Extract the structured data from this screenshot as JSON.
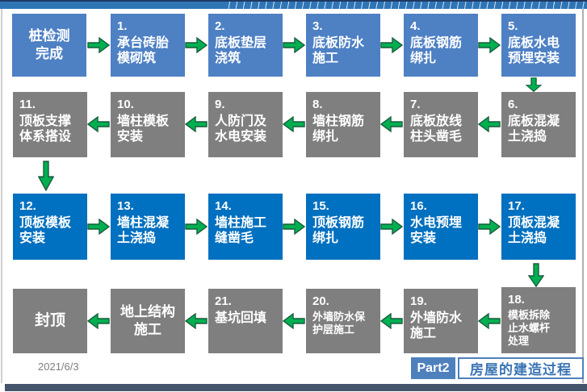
{
  "flow": {
    "start": {
      "name": "桩检测\n完成"
    },
    "end": {
      "name": "封顶"
    },
    "ground": {
      "name": "地上结构\n施工"
    },
    "steps": [
      {
        "num": "1.",
        "name": "承台砖胎\n模砌筑"
      },
      {
        "num": "2.",
        "name": "底板垫层\n浇筑"
      },
      {
        "num": "3.",
        "name": "底板防水\n施工"
      },
      {
        "num": "4.",
        "name": "底板钢筋\n绑扎"
      },
      {
        "num": "5.",
        "name": "底板水电\n预埋安装"
      },
      {
        "num": "6.",
        "name": "底板混凝\n土浇捣"
      },
      {
        "num": "7.",
        "name": "底板放线\n柱头凿毛"
      },
      {
        "num": "8.",
        "name": "墙柱钢筋\n绑扎"
      },
      {
        "num": "9.",
        "name": "人防门及\n水电安装"
      },
      {
        "num": "10.",
        "name": "墙柱模板\n安装"
      },
      {
        "num": "11.",
        "name": "顶板支撑\n体系搭设"
      },
      {
        "num": "12.",
        "name": "顶板模板\n安装"
      },
      {
        "num": "13.",
        "name": "墙柱混凝\n土浇捣"
      },
      {
        "num": "14.",
        "name": "墙柱施工\n缝凿毛"
      },
      {
        "num": "15.",
        "name": "顶板钢筋\n绑扎"
      },
      {
        "num": "16.",
        "name": "水电预埋\n安装"
      },
      {
        "num": "17.",
        "name": "顶板混凝\n土浇捣"
      },
      {
        "num": "18.",
        "name": "模板拆除\n止水螺杆\n处理"
      },
      {
        "num": "19.",
        "name": "外墙防水\n施工"
      },
      {
        "num": "20.",
        "name": "外墙防水保\n护层施工"
      },
      {
        "num": "21.",
        "name": "基坑回填"
      }
    ]
  },
  "footer": {
    "date": "2021/6/3",
    "part_label": "Part2",
    "part_title": "房屋的建造过程"
  },
  "icons": {
    "arrow_right": "green-block-arrow-right",
    "arrow_left": "green-block-arrow-left",
    "arrow_down": "green-block-arrow-down"
  },
  "colors": {
    "step_blue_light": "#4e80c4",
    "step_blue_dark": "#0070c0",
    "step_gray": "#7f7f7f",
    "arrow_green": "#00b050",
    "arrow_outline": "#1b5c3f",
    "top_band": "#2e75b6",
    "bottom_band": "#44546a",
    "part_badge": "#4e80bd"
  }
}
